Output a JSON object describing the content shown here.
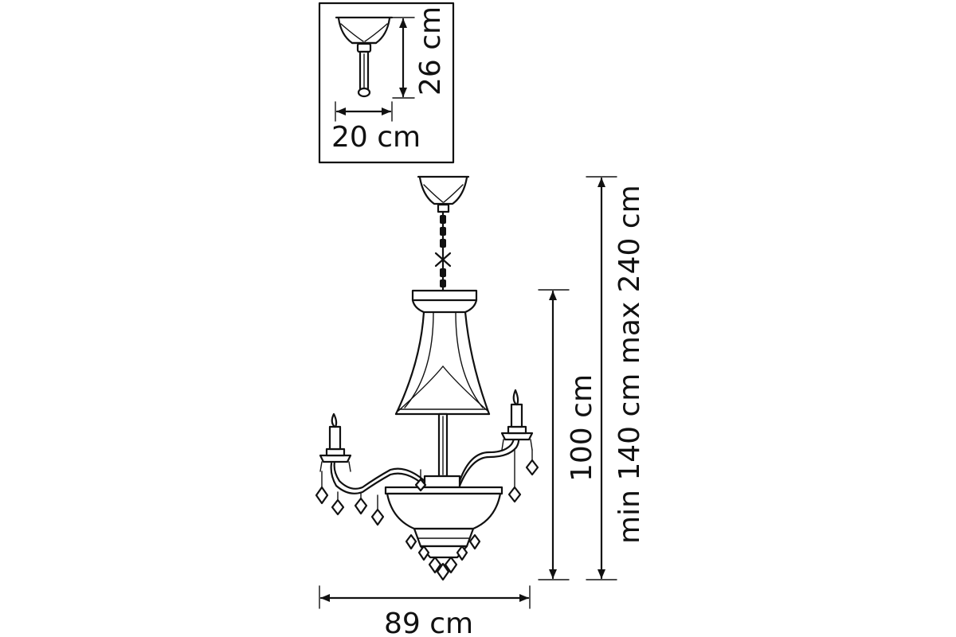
{
  "inset": {
    "height_label": "26 cm",
    "width_label": "20 cm"
  },
  "dimensions": {
    "body_height_label": "100 cm",
    "total_height_label": "min 140 cm max 240 cm",
    "width_label": "89 cm"
  }
}
